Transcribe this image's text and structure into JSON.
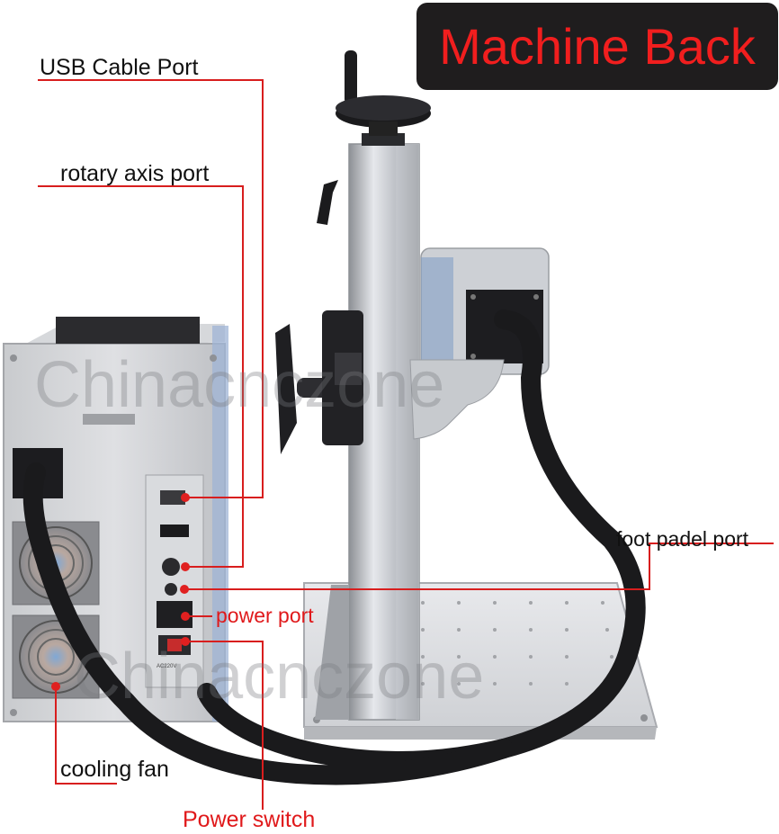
{
  "title": "Machine Back",
  "watermark": "Chinacnczone",
  "callouts": {
    "usb_cable_port": "USB Cable Port",
    "rotary_axis_port": "rotary axis port",
    "foot_padel_port": "foot padel port",
    "power_port": "power port",
    "cooling_fan": "cooling fan",
    "power_switch": "Power switch"
  },
  "colors": {
    "leader_line": "#d81e1e",
    "title_background": "#1f1d1e",
    "title_text": "#f11e1e",
    "black_label": "#111111",
    "red_label": "#e0191b"
  }
}
